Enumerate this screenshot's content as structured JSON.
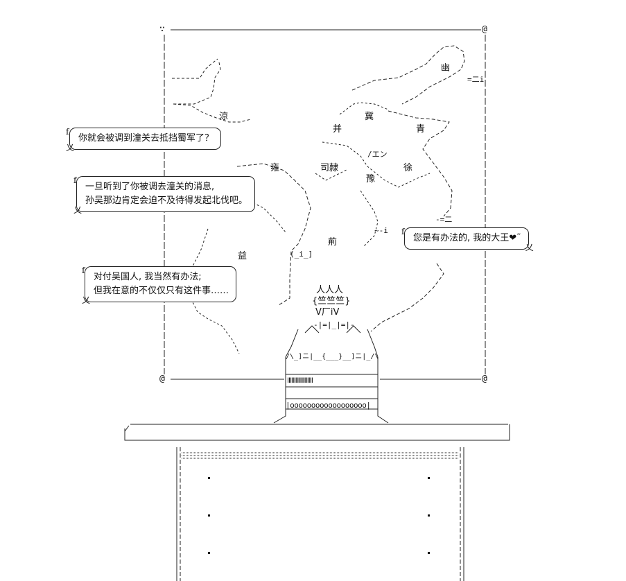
{
  "bubbles": [
    {
      "id": "b1",
      "f": "f",
      "tail": "乂",
      "lines": [
        "你就会被调到潼关去抵挡蜀军了？"
      ]
    },
    {
      "id": "b2",
      "f": "f",
      "tail": "乂",
      "lines": [
        "一旦听到了你被调去潼关的消息,",
        "孙吴那边肯定会迫不及待得发起北伐吧。"
      ]
    },
    {
      "id": "b3",
      "f": "f",
      "tail": "乂",
      "lines": [
        "对付吴国人, 我当然有办法;",
        "但我在意的不仅仅只有这件事……"
      ]
    },
    {
      "id": "b4",
      "f": "f",
      "tail": "乂",
      "lines": [
        "您是有办法的, 我的大王❤˜"
      ]
    }
  ],
  "regions": {
    "you": "幽",
    "liang": "涼",
    "ji": "冀",
    "bing": "并",
    "qing": "青",
    "sili": "司隷",
    "xu": "徐",
    "yong": "雍",
    "yu": "豫",
    "jing": "荊",
    "yi": "益"
  },
  "ascii": {
    "frame_corner_tl": "∵",
    "frame_corner_tr": "@",
    "frame_corner_bl": "@",
    "frame_corner_br": "@",
    "stand_top": "ⅠⅠⅠⅠⅠⅠⅠⅠⅠⅠⅠⅠⅠⅠⅠⅠⅠⅠⅠ",
    "stand_bottom": "|oooooooooooooooooo|",
    "crown_1": "人人人",
    "crown_2": "{竺竺竺}",
    "crown_3": "V厂iV",
    "crown_4": "-|=|_|=|-",
    "base_1": "/\\_]ニ|__{___}__]ニ|_/\\",
    "i_label": "(_i_]",
    "jiang_mark": "-=二",
    "ni_mark": "=二i",
    "en_mark": "/エン",
    "tilde_mark": "~-i"
  }
}
